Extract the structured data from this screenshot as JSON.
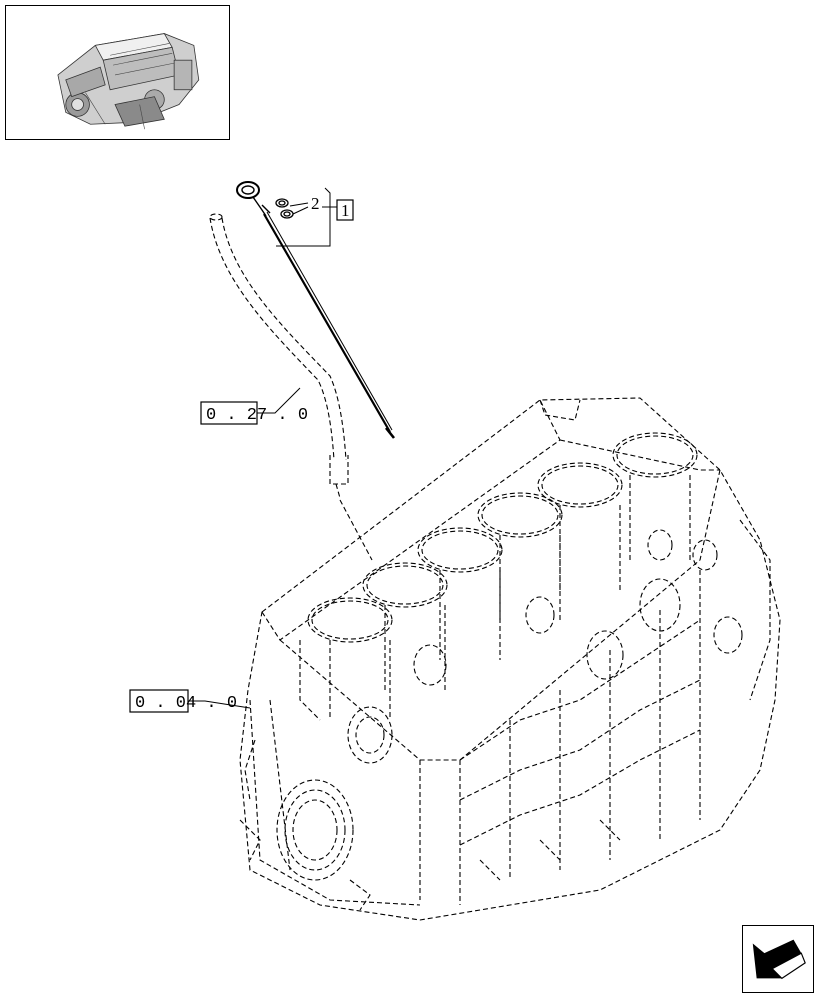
{
  "diagram": {
    "callouts": {
      "dipstick_item": "2",
      "dipstick_ref_box": "1",
      "tube_ref": "0 . 27 . 0",
      "block_ref": "0 . 04 . 0"
    }
  },
  "icons": {
    "thumbnail": "engine-thumbnail-icon",
    "nav": "next-page-arrow-icon"
  }
}
